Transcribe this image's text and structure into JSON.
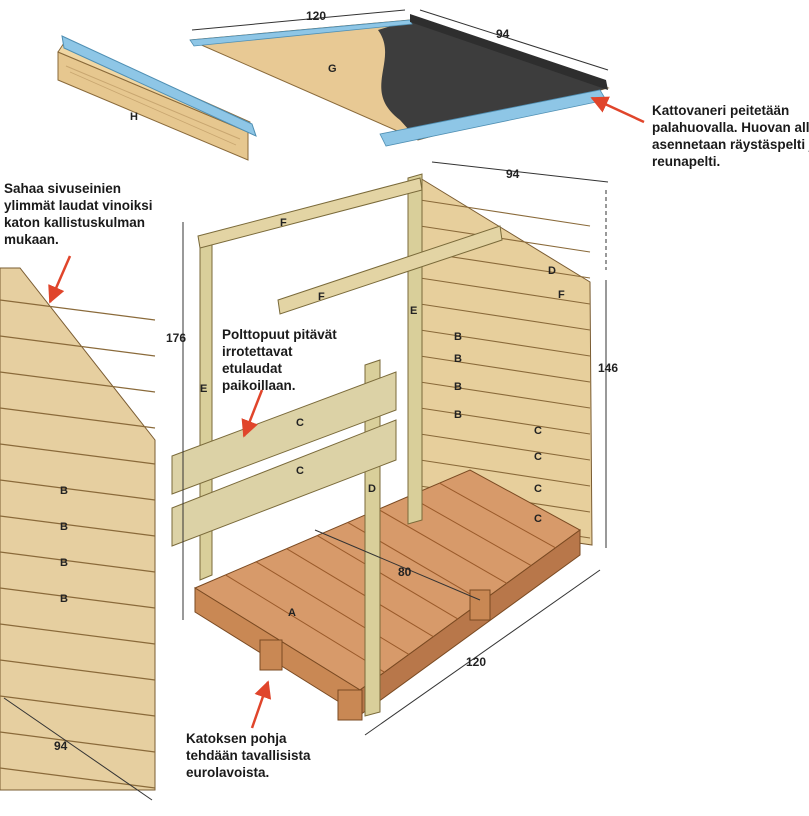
{
  "notes": {
    "roof": "Kattovaneri peitetään\npalahuovalla. Huovan alle\nasennetaan räystäspelti ja\nreunapelti.",
    "side": "Sahaa sivuseinien\nylimmät laudat vinoiksi\nkaton kallistuskulman\nmukaan.",
    "front": "Polttopuut pitävät\nirrotettavat\netulaudat\npaikoillaan.",
    "base": "Katoksen pohja\ntehdään tavallisista\neurolavoista."
  },
  "dims": {
    "roof_width": "120",
    "roof_depth": "94",
    "wall_depth": "94",
    "height_front": "176",
    "height_back": "146",
    "floor_depth": "80",
    "floor_width": "120",
    "panel_width": "94"
  },
  "parts": {
    "a": "A",
    "b": "B",
    "c": "C",
    "d": "D",
    "e": "E",
    "f": "F",
    "g": "G",
    "h": "H"
  },
  "colors": {
    "wood": "#e8c994",
    "wood_dark": "#c9a46b",
    "green_wood": "#d9cf9a",
    "pallet": "#d79a6a",
    "felt": "#3d3d3d",
    "metal": "#8ec6e6",
    "arrow": "#e0452b"
  }
}
